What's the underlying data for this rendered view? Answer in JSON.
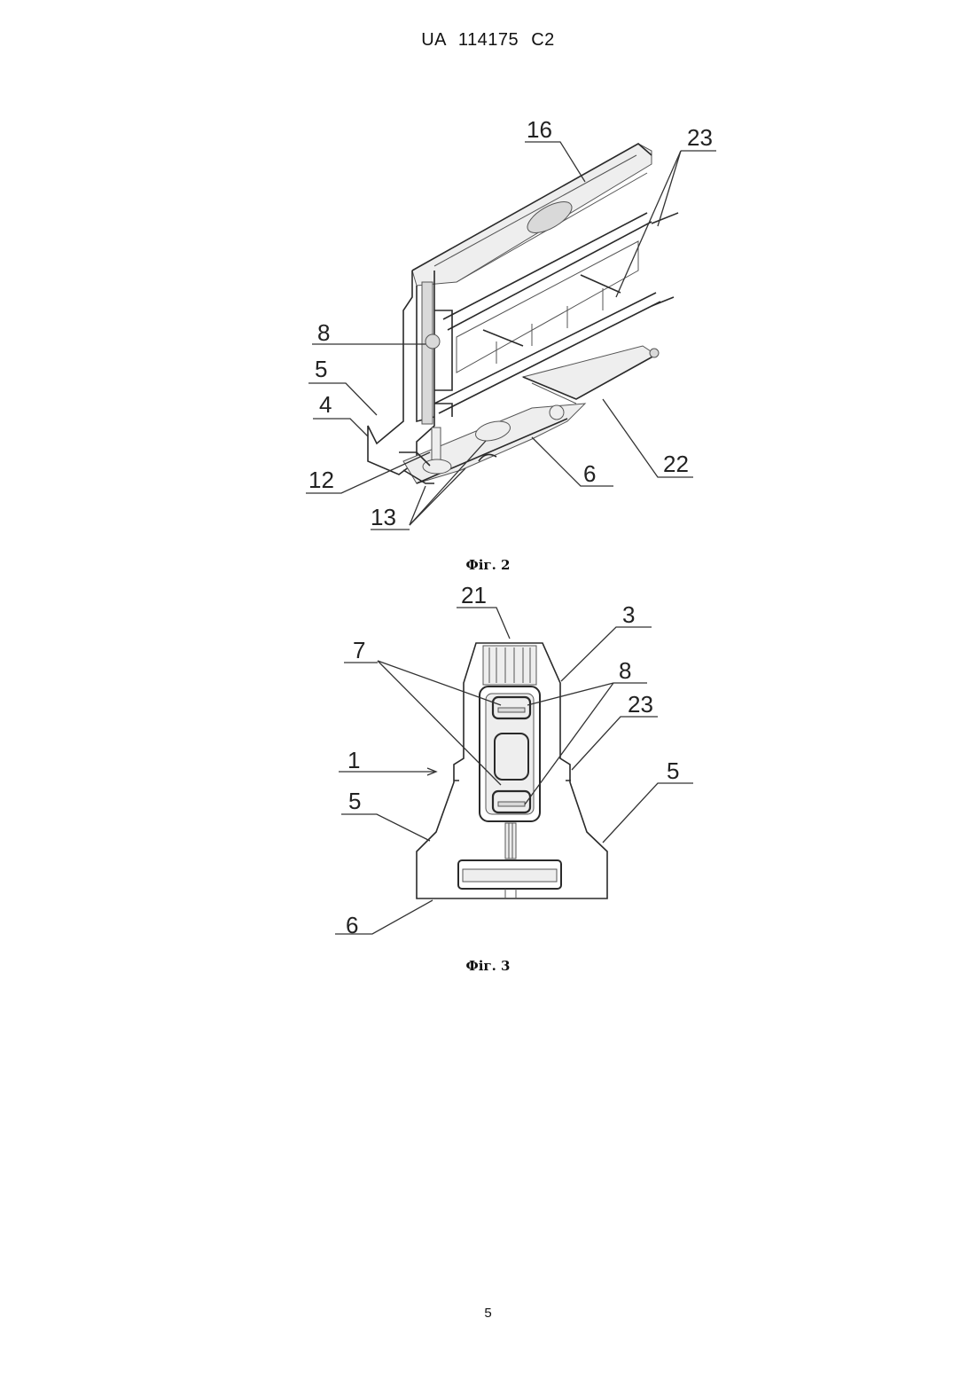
{
  "header": {
    "patent_number": "UA   114175   C2"
  },
  "figures": [
    {
      "caption": "Фіг. 2",
      "labels": [
        "16",
        "23",
        "8",
        "5",
        "4",
        "12",
        "13",
        "6",
        "22"
      ]
    },
    {
      "caption": "Фіг. 3",
      "labels": [
        "21",
        "3",
        "7",
        "8",
        "23",
        "1",
        "5",
        "5",
        "6"
      ]
    }
  ],
  "page_number": "5"
}
